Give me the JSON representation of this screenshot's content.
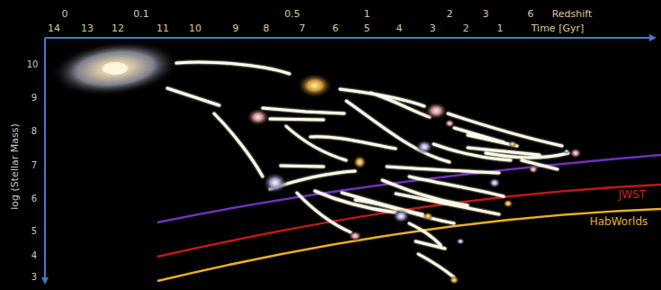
{
  "diagram": {
    "labels": [
      "0",
      "0.1",
      "0.5",
      "1",
      "2",
      "3",
      "6",
      "Redshift",
      "14",
      "13",
      "12",
      "11",
      "10",
      "9",
      "8",
      "7",
      "6",
      "5",
      "4",
      "3",
      "2",
      "1",
      "Time [Gyr]",
      "10",
      "9",
      "8",
      "7",
      "6",
      "5",
      "4",
      "3",
      "log (Stellar Mass)",
      "JWST",
      "HabWorlds"
    ]
  }
}
